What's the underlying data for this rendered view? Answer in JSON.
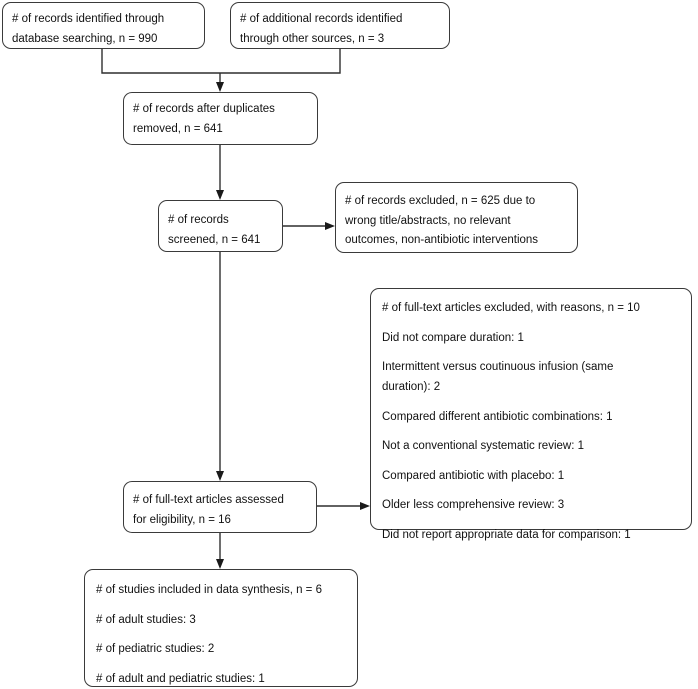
{
  "diagram": {
    "title": "PRISMA study selection flow diagram",
    "type": "flowchart",
    "line_color": "#2f2f2f",
    "box_border_color": "#3a3a3a",
    "background": "#ffffff"
  },
  "nodes": {
    "database_records": {
      "lines": [
        "# of records identified through",
        "database searching, n = 990"
      ],
      "n": 990
    },
    "other_records": {
      "lines": [
        "# of additional records identified",
        "through other sources, n = 3"
      ],
      "n": 3
    },
    "after_duplicates": {
      "lines": [
        "# of records after duplicates",
        "removed, n = 641"
      ],
      "n": 641
    },
    "screened": {
      "lines": [
        "# of records",
        "screened, n = 641"
      ],
      "n": 641
    },
    "records_excluded": {
      "lines": [
        "# of records excluded, n = 625 due to",
        "wrong title/abstracts, no relevant",
        "outcomes, non-antibiotic interventions"
      ],
      "n": 625
    },
    "fulltext_excluded": {
      "lines": [
        "# of full-text articles excluded, with reasons, n = 10",
        "Did not compare duration: 1",
        "Intermittent versus coutinuous infusion (same",
        "duration): 2",
        "Compared different antibiotic combinations: 1",
        "Not a conventional systematic review: 1",
        "Compared antibiotic with placebo: 1",
        "Older less comprehensive review: 3",
        "Did not report appropriate data for comparison: 1"
      ],
      "n": 10
    },
    "fulltext_assessed": {
      "lines": [
        "# of full-text articles assessed",
        "for eligibility, n = 16"
      ],
      "n": 16
    },
    "included": {
      "lines": [
        "# of studies included in data synthesis, n = 6",
        "# of adult studies: 3",
        "# of pediatric studies: 2",
        "# of adult and pediatric studies: 1"
      ],
      "n": 6
    }
  }
}
